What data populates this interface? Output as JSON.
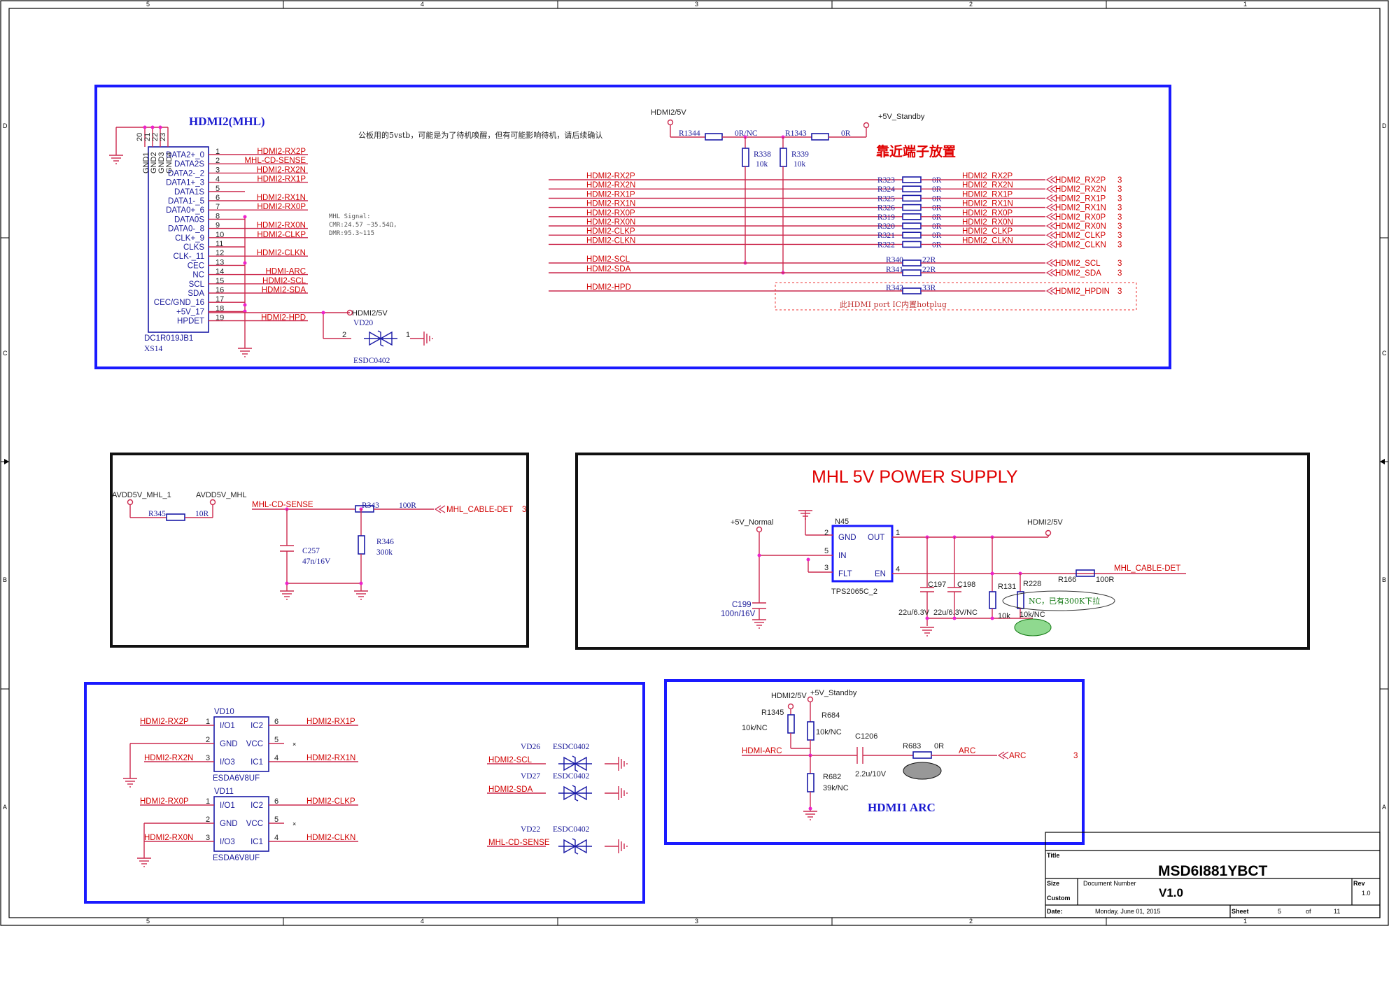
{
  "frame": {
    "col_ticks": [
      "5",
      "4",
      "3",
      "2",
      "1"
    ],
    "row_ticks": [
      "D",
      "C",
      "B",
      "A"
    ]
  },
  "hdmi2": {
    "title": "HDMI2(MHL)",
    "note": "公板用的5vstb，可能是为了待机唤醒，但有可能影响待机，请后续确认",
    "placement": "靠近端子放置",
    "mhl_signal": [
      "MHL Signal:",
      "CMR:24.57 ~35.54Ω,",
      "DMR:95.3~115"
    ],
    "connector_ref": "DC1R019JB1",
    "connector_des": "XS14",
    "gnd_pins": [
      "GND1",
      "GND2",
      "GND3",
      "GND4"
    ],
    "gnd_pin_nums": [
      "20",
      "21",
      "22",
      "23"
    ],
    "pins": [
      {
        "n": "1",
        "name": "DATA2+_0",
        "net": "HDMI2-RX2P"
      },
      {
        "n": "2",
        "name": "DATA2S",
        "net": "MHL-CD-SENSE"
      },
      {
        "n": "3",
        "name": "DATA2-_2",
        "net": "HDMI2-RX2N"
      },
      {
        "n": "4",
        "name": "DATA1+_3",
        "net": "HDMI2-RX1P"
      },
      {
        "n": "5",
        "name": "DATA1S",
        "net": ""
      },
      {
        "n": "6",
        "name": "DATA1-_5",
        "net": "HDMI2-RX1N"
      },
      {
        "n": "7",
        "name": "DATA0+_6",
        "net": "HDMI2-RX0P"
      },
      {
        "n": "8",
        "name": "DATA0S",
        "net": ""
      },
      {
        "n": "9",
        "name": "DATA0-_8",
        "net": "HDMI2-RX0N"
      },
      {
        "n": "10",
        "name": "CLK+_9",
        "net": "HDMI2-CLKP"
      },
      {
        "n": "11",
        "name": "CLKS",
        "net": ""
      },
      {
        "n": "12",
        "name": "CLK-_11",
        "net": "HDMI2-CLKN"
      },
      {
        "n": "13",
        "name": "CEC",
        "net": ""
      },
      {
        "n": "14",
        "name": "NC",
        "net": "HDMI-ARC"
      },
      {
        "n": "15",
        "name": "SCL",
        "net": "HDMI2-SCL"
      },
      {
        "n": "16",
        "name": "SDA",
        "net": "HDMI2-SDA"
      },
      {
        "n": "17",
        "name": "CEC/GND_16",
        "net": ""
      },
      {
        "n": "18",
        "name": "+5V_17",
        "net": ""
      },
      {
        "n": "19",
        "name": "HPDET",
        "net": "HDMI2-HPD"
      }
    ],
    "hdmi2_5v": "HDMI2/5V",
    "standby": "+5V_Standby",
    "r1344": "R1344",
    "r1344_v": "0R/NC",
    "r1343": "R1343",
    "r1343_v": "0R",
    "r338": "R338",
    "r338_v": "10k",
    "r339": "R339",
    "r339_v": "10k",
    "series": [
      {
        "inet": "HDMI2-RX2P",
        "ref": "R323",
        "val": "0R",
        "onet": "HDMI2_RX2P",
        "port": "HDMI2_RX2P",
        "pn": "3"
      },
      {
        "inet": "HDMI2-RX2N",
        "ref": "R324",
        "val": "0R",
        "onet": "HDMI2_RX2N",
        "port": "HDMI2_RX2N",
        "pn": "3"
      },
      {
        "inet": "HDMI2-RX1P",
        "ref": "R325",
        "val": "0R",
        "onet": "HDMI2_RX1P",
        "port": "HDMI2_RX1P",
        "pn": "3"
      },
      {
        "inet": "HDMI2-RX1N",
        "ref": "R326",
        "val": "0R",
        "onet": "HDMI2_RX1N",
        "port": "HDMI2_RX1N",
        "pn": "3"
      },
      {
        "inet": "HDMI2-RX0P",
        "ref": "R319",
        "val": "0R",
        "onet": "HDMI2_RX0P",
        "port": "HDMI2_RX0P",
        "pn": "3"
      },
      {
        "inet": "HDMI2-RX0N",
        "ref": "R320",
        "val": "0R",
        "onet": "HDMI2_RX0N",
        "port": "HDMI2_RX0N",
        "pn": "3"
      },
      {
        "inet": "HDMI2-CLKP",
        "ref": "R321",
        "val": "0R",
        "onet": "HDMI2_CLKP",
        "port": "HDMI2_CLKP",
        "pn": "3"
      },
      {
        "inet": "HDMI2-CLKN",
        "ref": "R322",
        "val": "0R",
        "onet": "HDMI2_CLKN",
        "port": "HDMI2_CLKN",
        "pn": "3"
      }
    ],
    "i2c": [
      {
        "inet": "HDMI2-SCL",
        "ref": "R340",
        "val": "22R",
        "port": "HDMI2_SCL",
        "pn": "3"
      },
      {
        "inet": "HDMI2-SDA",
        "ref": "R341",
        "val": "22R",
        "port": "HDMI2_SDA",
        "pn": "3"
      }
    ],
    "hpd": {
      "inet": "HDMI2-HPD",
      "ref": "R342",
      "val": "33R",
      "port": "HDMI2_HPDIN",
      "pn": "3",
      "note": "此HDMI port IC内置hotplug"
    },
    "vd20": "VD20",
    "vd20_part": "ESDC0402",
    "vd20_p1": "1",
    "vd20_p2": "2"
  },
  "avdd": {
    "net1": "AVDD5V_MHL_1",
    "net2": "AVDD5V_MHL",
    "r345": "R345",
    "r345_v": "10R",
    "sense": "MHL-CD-SENSE",
    "r343": "R343",
    "r343_v": "100R",
    "cable": "MHL_CABLE-DET",
    "cable_pn": "3",
    "c257": "C257",
    "c257_v": "47n/16V",
    "r346": "R346",
    "r346_v": "300k"
  },
  "mhl": {
    "title": "MHL 5V POWER SUPPLY",
    "vin": "+5V_Normal",
    "ic_ref": "N45",
    "ic_part": "TPS2065C_2",
    "pins": [
      {
        "n": "2",
        "name": "GND"
      },
      {
        "n": "5",
        "name": "IN"
      },
      {
        "n": "3",
        "name": "FLT"
      },
      {
        "n": "1",
        "name": "OUT"
      },
      {
        "n": "4",
        "name": "EN"
      }
    ],
    "out_net": "HDMI2/5V",
    "c199": "C199",
    "c199_v": "100n/16V",
    "c197": "C197",
    "c197_v": "22u/6.3V",
    "c198": "C198",
    "c198_v": "22u/6.3V/NC",
    "r131": "R131",
    "r131_v": "10k",
    "r228": "R228",
    "r228_v": "10k/NC",
    "r166": "R166",
    "r166_v": "100R",
    "cable": "MHL_CABLE-DET",
    "note": "NC，已有300K下拉"
  },
  "esd": {
    "vd10": "VD10",
    "vd11": "VD11",
    "part": "ESDA6V8UF",
    "pins": [
      "I/O1",
      "GND",
      "I/O3",
      "IC2",
      "VCC",
      "IC1"
    ],
    "vd10_nets": {
      "p1": "HDMI2-RX2P",
      "p3": "HDMI2-RX2N",
      "p6": "HDMI2-RX1P",
      "p4": "HDMI2-RX1N"
    },
    "vd11_nets": {
      "p1": "HDMI2-RX0P",
      "p3": "HDMI2-RX0N",
      "p6": "HDMI2-CLKP",
      "p4": "HDMI2-CLKN"
    },
    "nums": [
      "1",
      "2",
      "3",
      "6",
      "5",
      "4"
    ],
    "small": [
      {
        "ref": "VD26",
        "part": "ESDC0402",
        "net": "HDMI2-SCL"
      },
      {
        "ref": "VD27",
        "part": "ESDC0402",
        "net": "HDMI2-SDA"
      },
      {
        "ref": "VD22",
        "part": "ESDC0402",
        "net": "MHL-CD-SENSE"
      }
    ]
  },
  "arc": {
    "title": "HDMI1 ARC",
    "hdmi5v": "HDMI2/5V",
    "standby": "+5V_Standby",
    "r1345": "R1345",
    "r1345_v": "10k/NC",
    "r684": "R684",
    "r684_v": "10k/NC",
    "c1206": "C1206",
    "c1206_v": "2.2u/10V",
    "r683": "R683",
    "r683_v": "0R",
    "r682": "R682",
    "r682_v": "39k/NC",
    "in_net": "HDMI-ARC",
    "out_net": "ARC",
    "port": "ARC",
    "pn": "3"
  },
  "titleblock": {
    "title_label": "Title",
    "title": "MSD6I881YBCT",
    "size_label": "Size",
    "size": "Custom",
    "doc_label": "Document Number",
    "doc": "V1.0",
    "rev_label": "Rev",
    "rev": "1.0",
    "date_label": "Date:",
    "date": "Monday, June 01, 2015",
    "sheet_label": "Sheet",
    "sheet": "5",
    "of_label": "of",
    "total": "11"
  }
}
